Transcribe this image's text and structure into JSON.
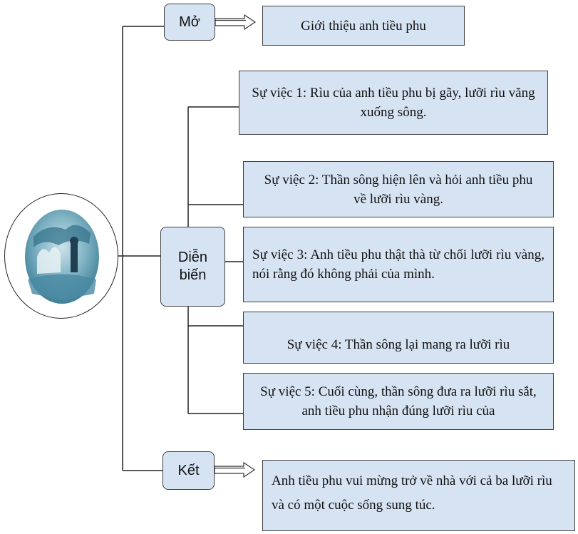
{
  "labels": {
    "mo": "Mở",
    "dien_bien": "Diễn biến",
    "ket": "Kết"
  },
  "boxes": {
    "mo": "Giới thiệu anh tiều phu",
    "event1": "Sự việc 1: Rìu của anh tiều phu bị gãy, lưỡi rìu văng xuống sông.",
    "event2": "Sự việc 2: Thần sông hiện lên và hỏi anh tiều phu về lưỡi rìu vàng.",
    "event3": "Sự việc 3: Anh tiều phu thật thà từ chối lưỡi rìu vàng, nói rằng đó không phải của mình.",
    "event4": "Sự việc 4: Thần sông lại mang ra lưỡi rìu",
    "event5": "Sự việc 5: Cuối cùng, thần sông đưa ra lưỡi rìu sắt, anh tiều phu nhận đúng lưỡi rìu của",
    "ket": "Anh tiều phu vui mừng trở về nhà với cả ba lưỡi rìu và có một cuộc sống sung túc."
  },
  "colors": {
    "box_fill": "#d6e3f2",
    "border": "#3f3f3f",
    "line": "#222222"
  },
  "icons": {
    "arrow": "double-line-arrow-icon",
    "picture": "woodcutter-illustration"
  }
}
